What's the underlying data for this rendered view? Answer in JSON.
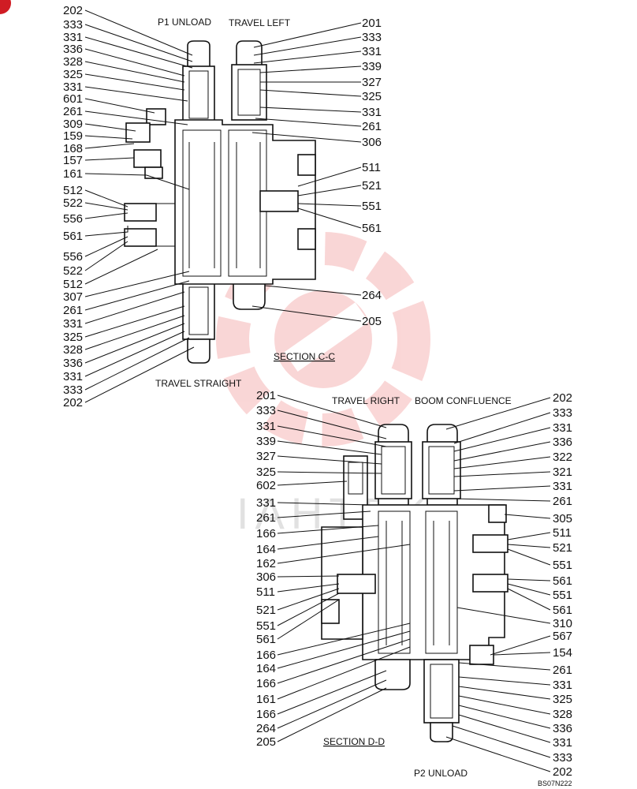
{
  "sections": {
    "cc": {
      "title": "SECTION  C-C",
      "captions": {
        "top_left": "P1 UNLOAD",
        "top_right": "TRAVEL LEFT",
        "bottom": "TRAVEL STRAIGHT"
      },
      "left_labels": [
        "202",
        "333",
        "331",
        "336",
        "328",
        "325",
        "331",
        "601",
        "261",
        "309",
        "159",
        "168",
        "157",
        "161",
        "512",
        "522",
        "556",
        "561",
        "556",
        "522",
        "512",
        "307",
        "261",
        "331",
        "325",
        "328",
        "336",
        "331",
        "333",
        "202"
      ],
      "right_labels": [
        "201",
        "333",
        "331",
        "339",
        "327",
        "325",
        "331",
        "261",
        "306",
        "511",
        "521",
        "551",
        "561",
        "264",
        "205"
      ]
    },
    "dd": {
      "title": "SECTION  D-D",
      "captions": {
        "top_left": "TRAVEL RIGHT",
        "top_right": "BOOM CONFLUENCE",
        "bottom": "P2 UNLOAD"
      },
      "left_labels": [
        "201",
        "333",
        "331",
        "339",
        "327",
        "325",
        "602",
        "331",
        "261",
        "166",
        "164",
        "162",
        "306",
        "511",
        "521",
        "551",
        "561",
        "166",
        "164",
        "166",
        "161",
        "166",
        "264",
        "205"
      ],
      "right_labels": [
        "202",
        "333",
        "331",
        "336",
        "322",
        "321",
        "331",
        "261",
        "305",
        "511",
        "521",
        "551",
        "561",
        "551",
        "561",
        "310",
        "567",
        "154",
        "261",
        "331",
        "325",
        "328",
        "336",
        "331",
        "333",
        "202"
      ]
    }
  },
  "watermark": {
    "icon": "gear-wrench-logo-icon",
    "text": "IAHTEK",
    "color": "#e8474a"
  },
  "drawing_code": "BS07N222",
  "corner_mark": {
    "icon": "red-corner-badge-icon",
    "color": "#d01c24"
  }
}
